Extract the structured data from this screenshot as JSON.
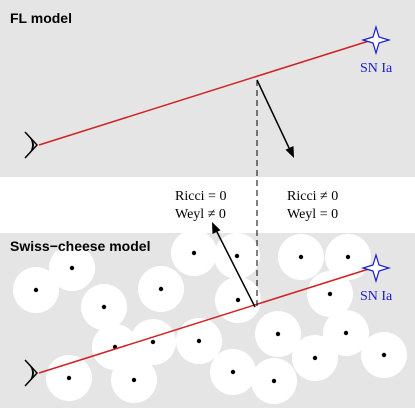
{
  "panels": {
    "top": {
      "title": "FL model"
    },
    "bottom": {
      "title": "Swiss−cheese model"
    }
  },
  "sn_label": "SN Ia",
  "annotations": {
    "left": {
      "line1": "Ricci = 0",
      "line2": "Weyl ≠ 0"
    },
    "right": {
      "line1": "Ricci ≠ 0",
      "line2": "Weyl = 0"
    }
  },
  "colors": {
    "panel_bg": "#e5e5e5",
    "hole": "#ffffff",
    "light_ray": "#d22020",
    "supernova": "#1a1acc",
    "ink": "#000000"
  },
  "icons": {
    "observer": "eye-icon",
    "source": "star-icon"
  }
}
